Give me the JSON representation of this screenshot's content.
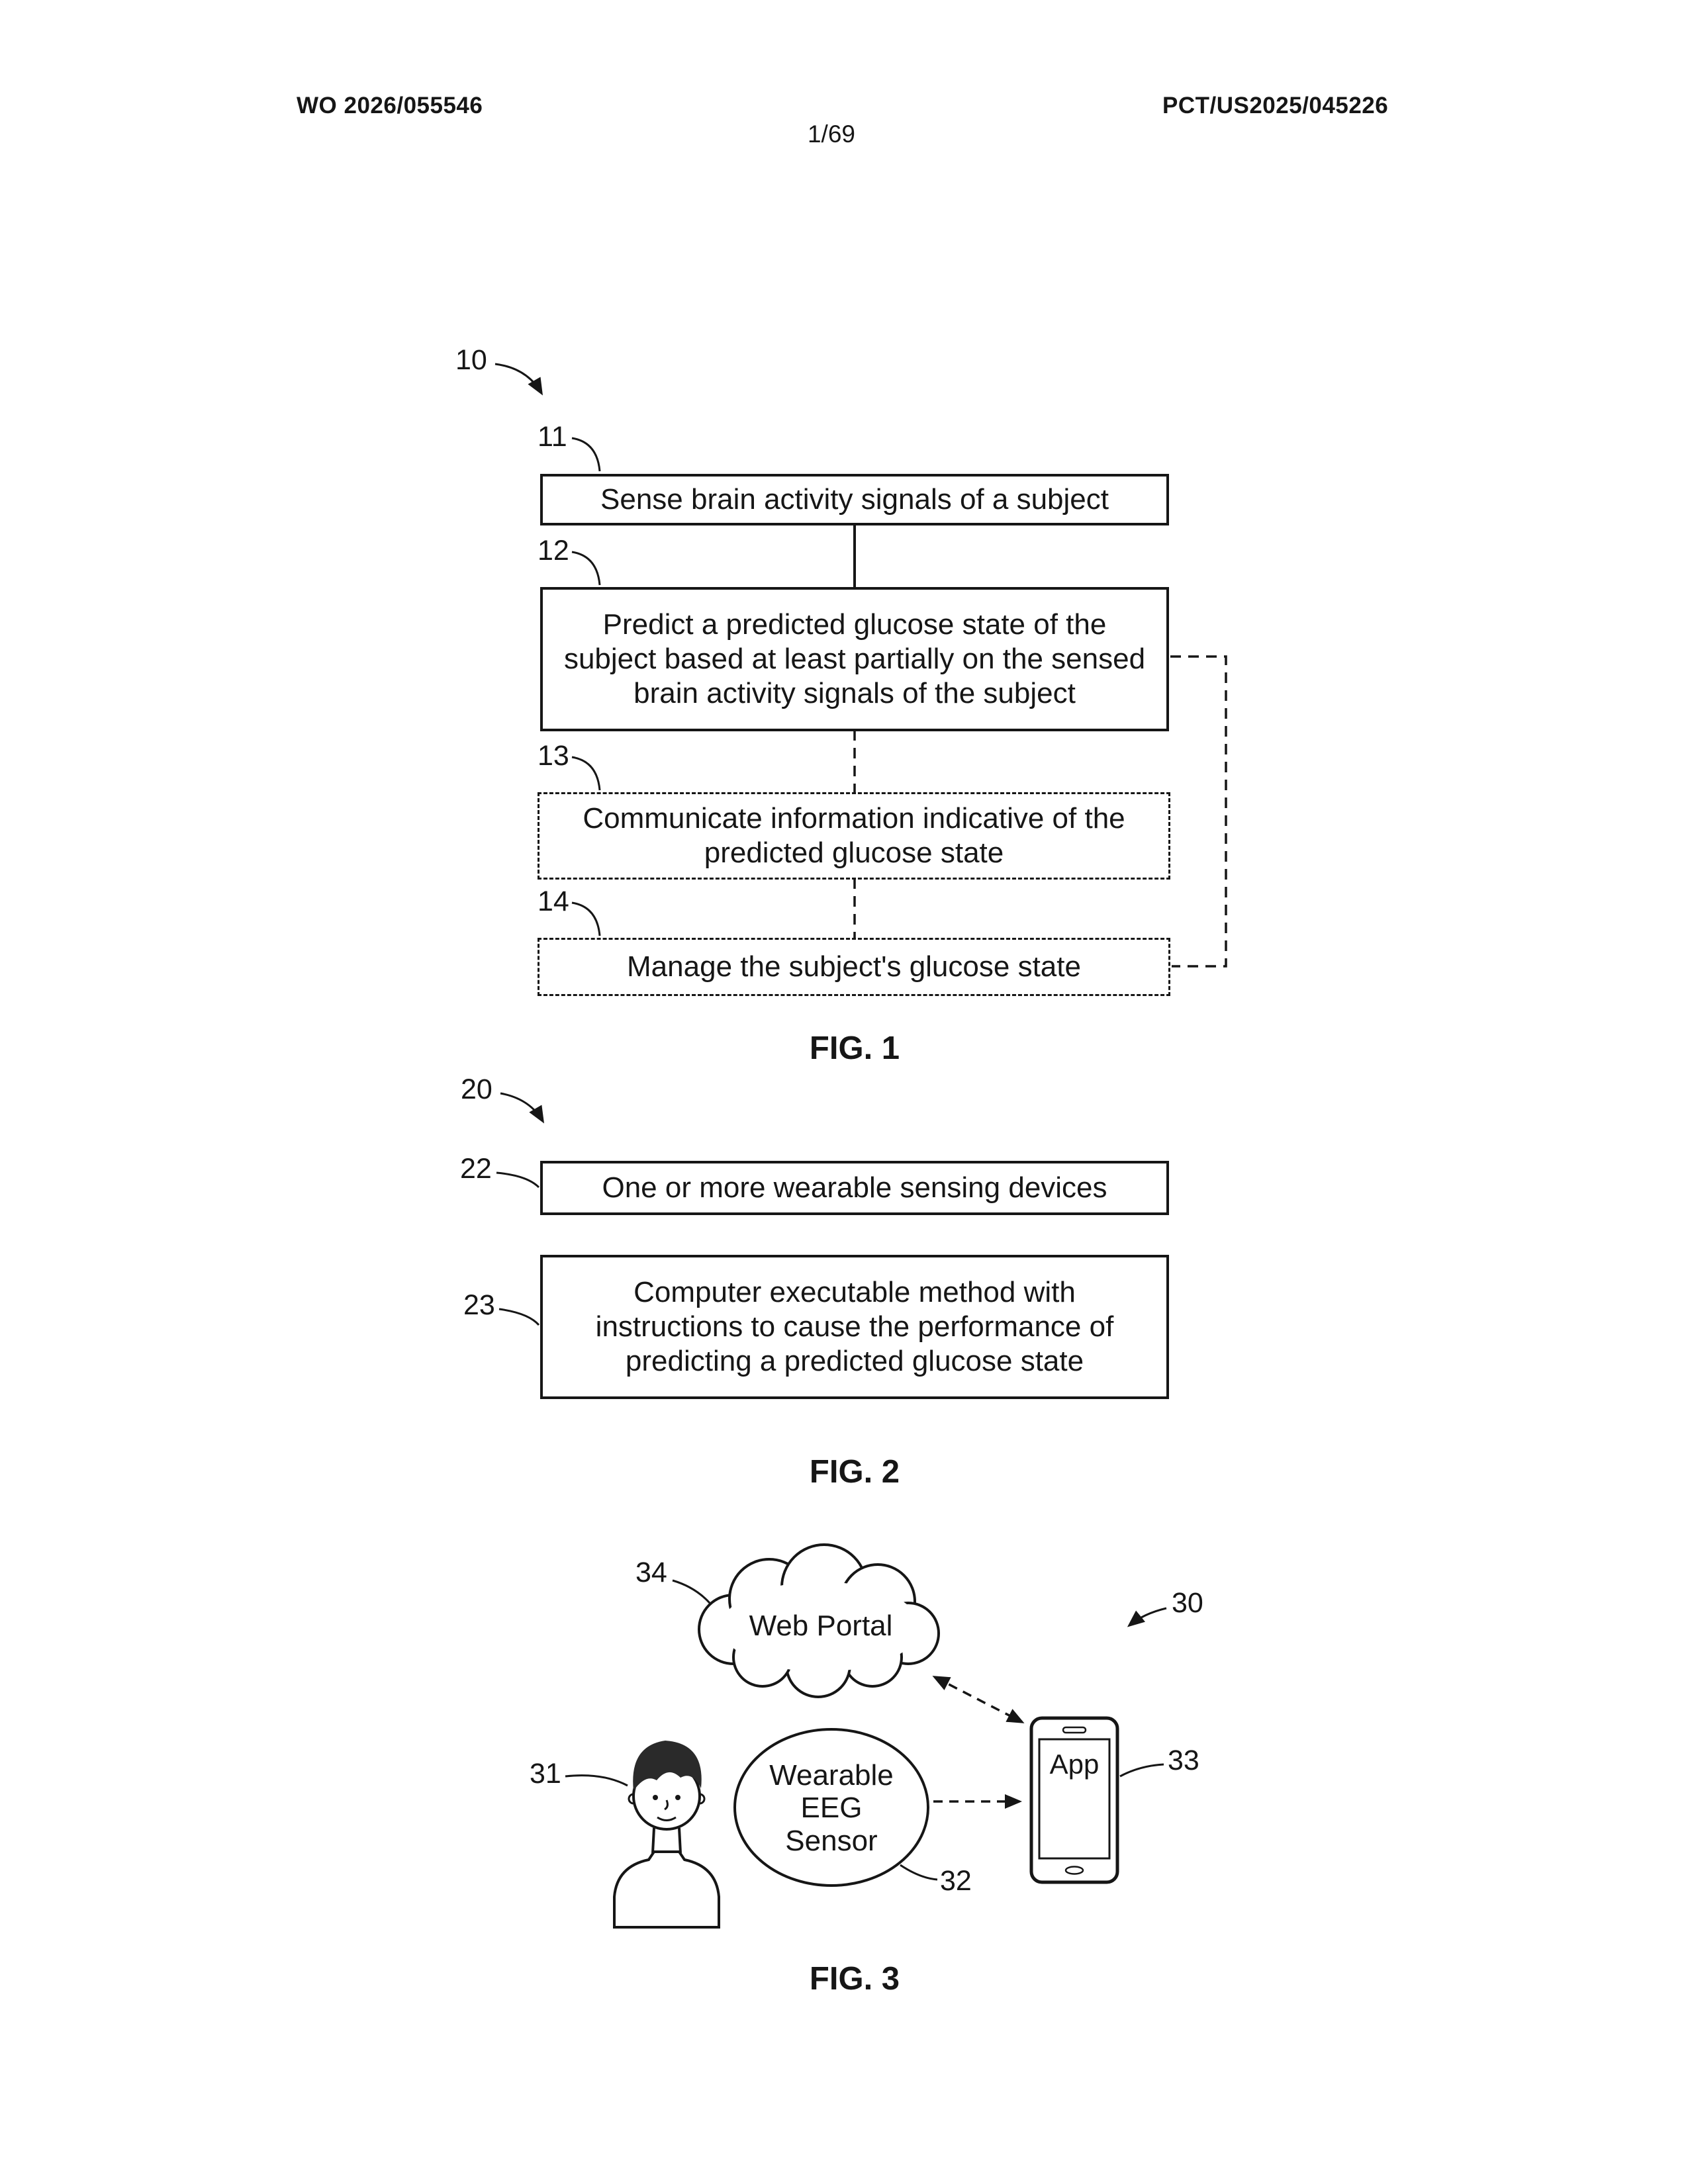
{
  "header": {
    "doc_number": "WO 2026/055546",
    "pct_number": "PCT/US2025/045226",
    "page_indicator": "1/69"
  },
  "fig1": {
    "ref_label": "10",
    "caption": "FIG. 1",
    "boxes": [
      {
        "ref": "11",
        "text": "Sense brain activity signals of a subject"
      },
      {
        "ref": "12",
        "text": "Predict a predicted glucose state of the subject based at least partially on the sensed brain activity signals of the subject"
      },
      {
        "ref": "13",
        "text": "Communicate information indicative of the predicted glucose state"
      },
      {
        "ref": "14",
        "text": "Manage the subject's glucose state"
      }
    ]
  },
  "fig2": {
    "ref_label": "20",
    "caption": "FIG. 2",
    "boxes": [
      {
        "ref": "22",
        "text": "One or more wearable sensing devices"
      },
      {
        "ref": "23",
        "text": "Computer executable method with instructions to cause the performance of predicting a predicted glucose state"
      }
    ]
  },
  "fig3": {
    "ref_label": "30",
    "caption": "FIG. 3",
    "web_portal": {
      "ref": "34",
      "label": "Web Portal"
    },
    "person": {
      "ref": "31"
    },
    "eeg_sensor": {
      "ref": "32",
      "label": "Wearable EEG Sensor"
    },
    "phone": {
      "ref": "33",
      "label": "App"
    }
  }
}
